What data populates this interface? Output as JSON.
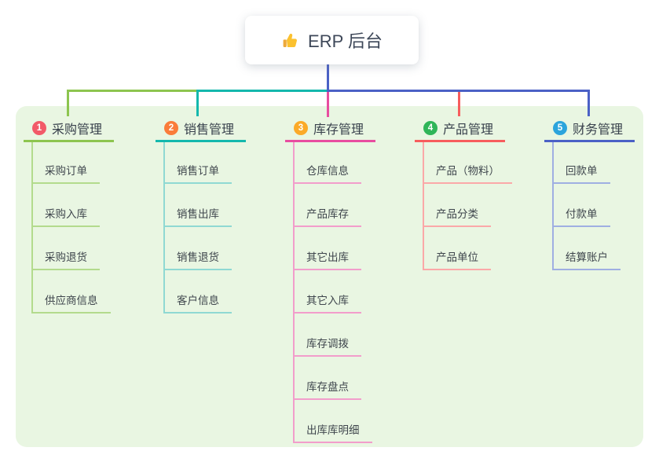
{
  "canvas": {
    "background": "#ffffff",
    "panel_background": "#e9f6e2"
  },
  "root": {
    "label": "ERP 后台",
    "icon": "thumbs-up",
    "connector_color": "#4b61c6"
  },
  "branches": [
    {
      "number": "1",
      "label": "采购管理",
      "line_color": "#8dc54f",
      "badge_color": "#f25a68",
      "child_line_color": "#b3db8d",
      "children": [
        "采购订单",
        "采购入库",
        "采购退货",
        "供应商信息"
      ]
    },
    {
      "number": "2",
      "label": "销售管理",
      "line_color": "#14b8ad",
      "badge_color": "#fa7c3a",
      "child_line_color": "#8fd9d3",
      "children": [
        "销售订单",
        "销售出库",
        "销售退货",
        "客户信息"
      ]
    },
    {
      "number": "3",
      "label": "库存管理",
      "line_color": "#e84da0",
      "badge_color": "#fbaa28",
      "child_line_color": "#f29dcb",
      "children": [
        "仓库信息",
        "产品库存",
        "其它出库",
        "其它入库",
        "库存调拨",
        "库存盘点",
        "出库库明细"
      ]
    },
    {
      "number": "4",
      "label": "产品管理",
      "line_color": "#f75d5d",
      "badge_color": "#2fb558",
      "child_line_color": "#fba8a8",
      "children": [
        "产品（物料）",
        "产品分类",
        "产品单位"
      ]
    },
    {
      "number": "5",
      "label": "财务管理",
      "line_color": "#4b61c6",
      "badge_color": "#2ba4dc",
      "child_line_color": "#9fafe2",
      "children": [
        "回款单",
        "付款单",
        "结算账户"
      ]
    }
  ]
}
